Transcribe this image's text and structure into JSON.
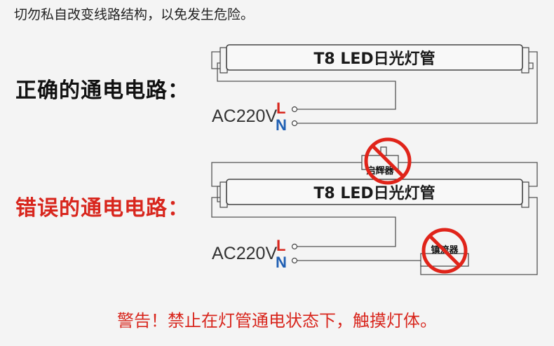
{
  "top_note": "切勿私自改变线路结构，以免发生危险。",
  "correct": {
    "label": "正确的通电电路：",
    "tube_label": "T8 LED日光灯管",
    "source_label": "AC220V",
    "live": "L",
    "neutral": "N"
  },
  "wrong": {
    "label": "错误的通电电路：",
    "tube_label": "T8 LED日光灯管",
    "source_label": "AC220V",
    "live": "L",
    "neutral": "N",
    "starter_label": "启辉器",
    "ballast_label": "镇流器"
  },
  "warning": "警告！禁止在灯管通电状态下，触摸灯体。",
  "colors": {
    "live": "#d8261d",
    "neutral": "#1f5fb3",
    "prohibition": "#e0241a",
    "wrong_label": "#d8261d",
    "warning": "#d8261d"
  },
  "icons": [
    "prohibition-icon-starter",
    "prohibition-icon-ballast"
  ]
}
